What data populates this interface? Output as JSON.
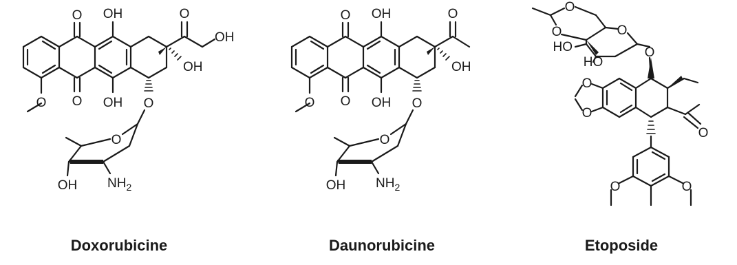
{
  "compounds": [
    {
      "name": "Doxorubicine",
      "atoms": {
        "o_q1": "O",
        "oh_top": "OH",
        "o_keto": "O",
        "oh_side": "OH",
        "oh_tert": "OH",
        "o_meo": "O",
        "o_q2": "O",
        "oh_bot": "OH",
        "o_link": "O",
        "o_ring": "O",
        "oh_sugar": "OH",
        "nh2": "NH"
      }
    },
    {
      "name": "Daunorubicine",
      "atoms": {
        "o_q1": "O",
        "oh_top": "OH",
        "o_keto": "O",
        "oh_tert": "OH",
        "o_meo": "O",
        "o_q2": "O",
        "oh_bot": "OH",
        "o_link": "O",
        "o_ring": "O",
        "oh_sugar": "OH",
        "nh2": "NH"
      }
    },
    {
      "name": "Etoposide",
      "atoms": {
        "o1": "O",
        "o2": "O",
        "o3": "O",
        "ho1": "HO",
        "ho2": "HO",
        "o_link": "O",
        "o_md1": "O",
        "o_md2": "O",
        "o_lac": "O",
        "o_meo1": "O",
        "o_meo2": "O"
      }
    }
  ],
  "subscript": "2"
}
